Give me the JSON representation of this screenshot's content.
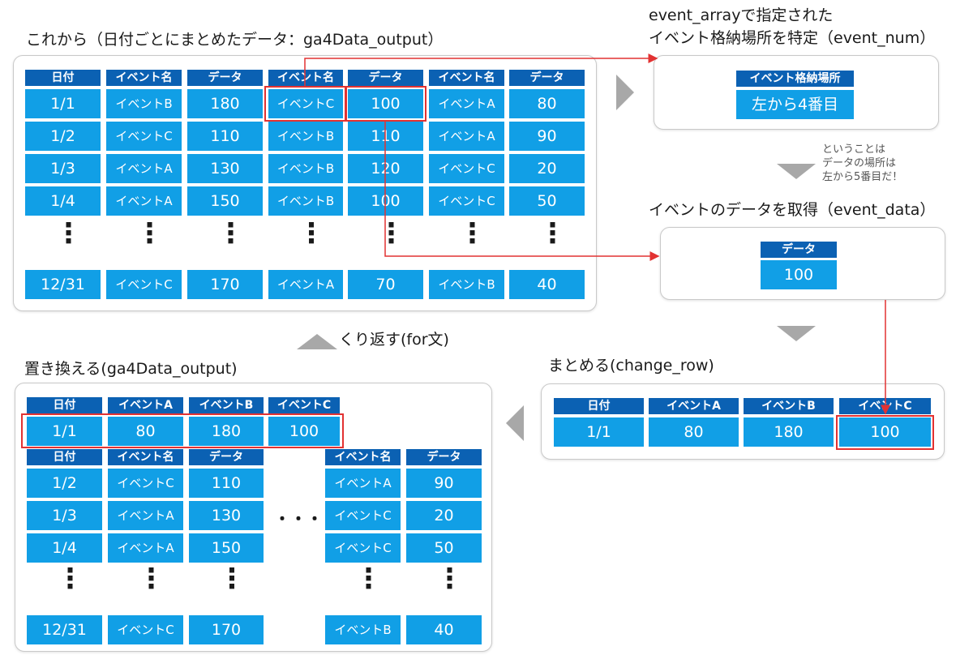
{
  "titles": {
    "top_left": "これから（日付ごとにまとめたデータ：ga4Data_output）",
    "top_right_1": "event_arrayで指定された",
    "top_right_2": "イベント格納場所を特定（event_num）",
    "middle_right": "イベントのデータを取得（event_data）",
    "loop": "くり返す(for文)",
    "bottom_left": "置き換える(ga4Data_output)",
    "bottom_right": "まとめる(change_row)"
  },
  "note": {
    "line1": "ということは",
    "line2": "データの場所は",
    "line3": "左から5番目だ！"
  },
  "labels": {
    "date": "日付",
    "event_name": "イベント名",
    "data": "データ",
    "event_location": "イベント格納場所",
    "event_a": "イベントA",
    "event_b": "イベントB",
    "event_c": "イベントC",
    "vdots": "⋮",
    "hdots": "・・・"
  },
  "source_table": {
    "rows": [
      [
        "1/1",
        "イベントB",
        "180",
        "イベントC",
        "100",
        "イベントA",
        "80"
      ],
      [
        "1/2",
        "イベントC",
        "110",
        "イベントB",
        "110",
        "イベントA",
        "90"
      ],
      [
        "1/3",
        "イベントA",
        "130",
        "イベントB",
        "120",
        "イベントC",
        "20"
      ],
      [
        "1/4",
        "イベントA",
        "150",
        "イベントB",
        "100",
        "イベントC",
        "50"
      ],
      [
        "12/31",
        "イベントC",
        "170",
        "イベントA",
        "70",
        "イベントB",
        "40"
      ]
    ]
  },
  "event_location": {
    "value": "左から4番目"
  },
  "event_data": {
    "value": "100"
  },
  "change_row": {
    "row": [
      "1/1",
      "80",
      "180",
      "100"
    ]
  },
  "replaced": {
    "first_row": [
      "1/1",
      "80",
      "180",
      "100"
    ],
    "rows": [
      [
        "1/2",
        "イベントC",
        "110",
        "イベントA",
        "90"
      ],
      [
        "1/3",
        "イベントA",
        "130",
        "イベントC",
        "20"
      ],
      [
        "1/4",
        "イベントA",
        "150",
        "イベントC",
        "50"
      ],
      [
        "12/31",
        "イベントC",
        "170",
        "イベントB",
        "40"
      ]
    ]
  },
  "colors": {
    "header": "#0b61b3",
    "cell": "#119fe6",
    "highlight": "#e23232",
    "arrow": "#a8a8a8"
  }
}
